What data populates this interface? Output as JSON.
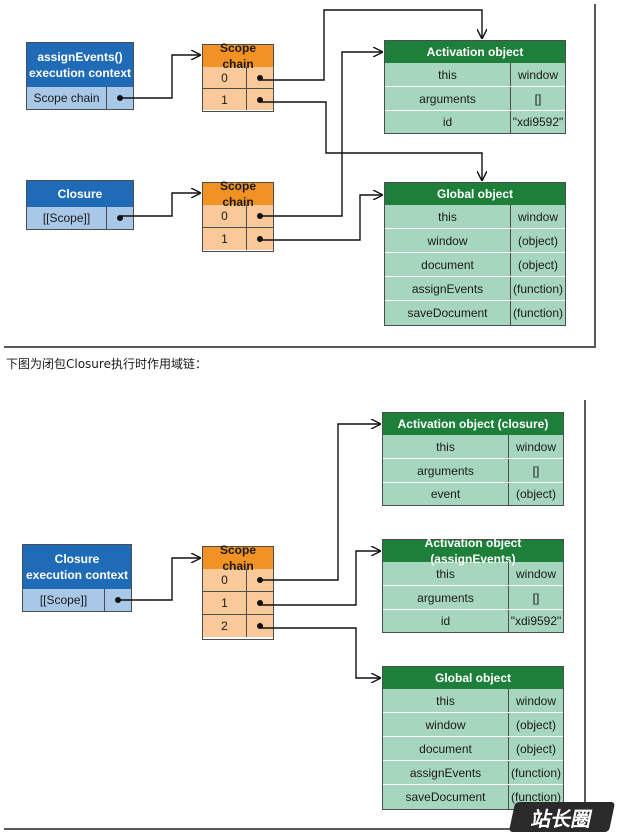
{
  "diagram1": {
    "context1": {
      "title_line1": "assignEvents()",
      "title_line2": "execution context",
      "row": "Scope chain"
    },
    "scope1": {
      "title": "Scope chain",
      "rows": [
        "0",
        "1"
      ]
    },
    "context2": {
      "title": "Closure",
      "row": "[[Scope]]"
    },
    "scope2": {
      "title": "Scope chain",
      "rows": [
        "0",
        "1"
      ]
    },
    "activation": {
      "title": "Activation object",
      "rows": [
        [
          "this",
          "window"
        ],
        [
          "arguments",
          "[]"
        ],
        [
          "id",
          "\"xdi9592\""
        ]
      ]
    },
    "global": {
      "title": "Global object",
      "rows": [
        [
          "this",
          "window"
        ],
        [
          "window",
          "(object)"
        ],
        [
          "document",
          "(object)"
        ],
        [
          "assignEvents",
          "(function)"
        ],
        [
          "saveDocument",
          "(function)"
        ]
      ]
    }
  },
  "caption": "下图为闭包Closure执行时作用域链：",
  "diagram2": {
    "context": {
      "title_line1": "Closure",
      "title_line2": "execution context",
      "row": "[[Scope]]"
    },
    "scope": {
      "title": "Scope chain",
      "rows": [
        "0",
        "1",
        "2"
      ]
    },
    "activation_closure": {
      "title": "Activation object (closure)",
      "rows": [
        [
          "this",
          "window"
        ],
        [
          "arguments",
          "[]"
        ],
        [
          "event",
          "(object)"
        ]
      ]
    },
    "activation_assign": {
      "title": "Activation object (assignEvents)",
      "rows": [
        [
          "this",
          "window"
        ],
        [
          "arguments",
          "[]"
        ],
        [
          "id",
          "\"xdi9592\""
        ]
      ]
    },
    "global": {
      "title": "Global object",
      "rows": [
        [
          "this",
          "window"
        ],
        [
          "window",
          "(object)"
        ],
        [
          "document",
          "(object)"
        ],
        [
          "assignEvents",
          "(function)"
        ],
        [
          "saveDocument",
          "(function)"
        ]
      ]
    }
  },
  "watermark": "站长圈"
}
